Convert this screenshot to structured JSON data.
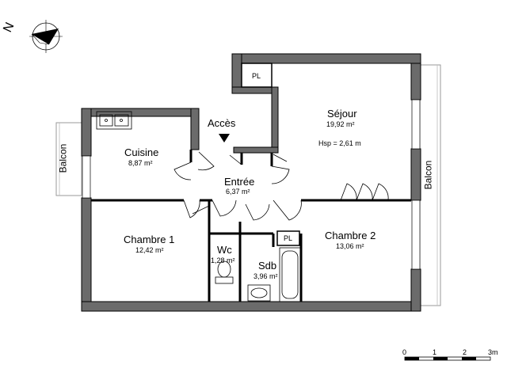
{
  "north": {
    "label": "N",
    "icon": "north-compass-icon"
  },
  "entrance": {
    "label": "Accès",
    "icon": "entrance-arrow-icon"
  },
  "rooms": {
    "sejour": {
      "name": "Séjour",
      "area": "19,92 m²",
      "height": "Hsp = 2,61 m"
    },
    "cuisine": {
      "name": "Cuisine",
      "area": "8,87 m²"
    },
    "entree": {
      "name": "Entrée",
      "area": "6,37 m²"
    },
    "chambre1": {
      "name": "Chambre 1",
      "area": "12,42 m²"
    },
    "chambre2": {
      "name": "Chambre 2",
      "area": "13,06 m²"
    },
    "wc": {
      "name": "Wc",
      "area": "1,28 m²"
    },
    "sdb": {
      "name": "Sdb",
      "area": "3,96 m²"
    }
  },
  "balconies": {
    "left": "Balcon",
    "right": "Balcon"
  },
  "closets": {
    "sejour": "PL",
    "sdb": "PL"
  },
  "scale": {
    "ticks": [
      "0",
      "1",
      "2",
      "3m"
    ]
  },
  "colors": {
    "wall": "#6b6b6b",
    "line": "#000000"
  }
}
